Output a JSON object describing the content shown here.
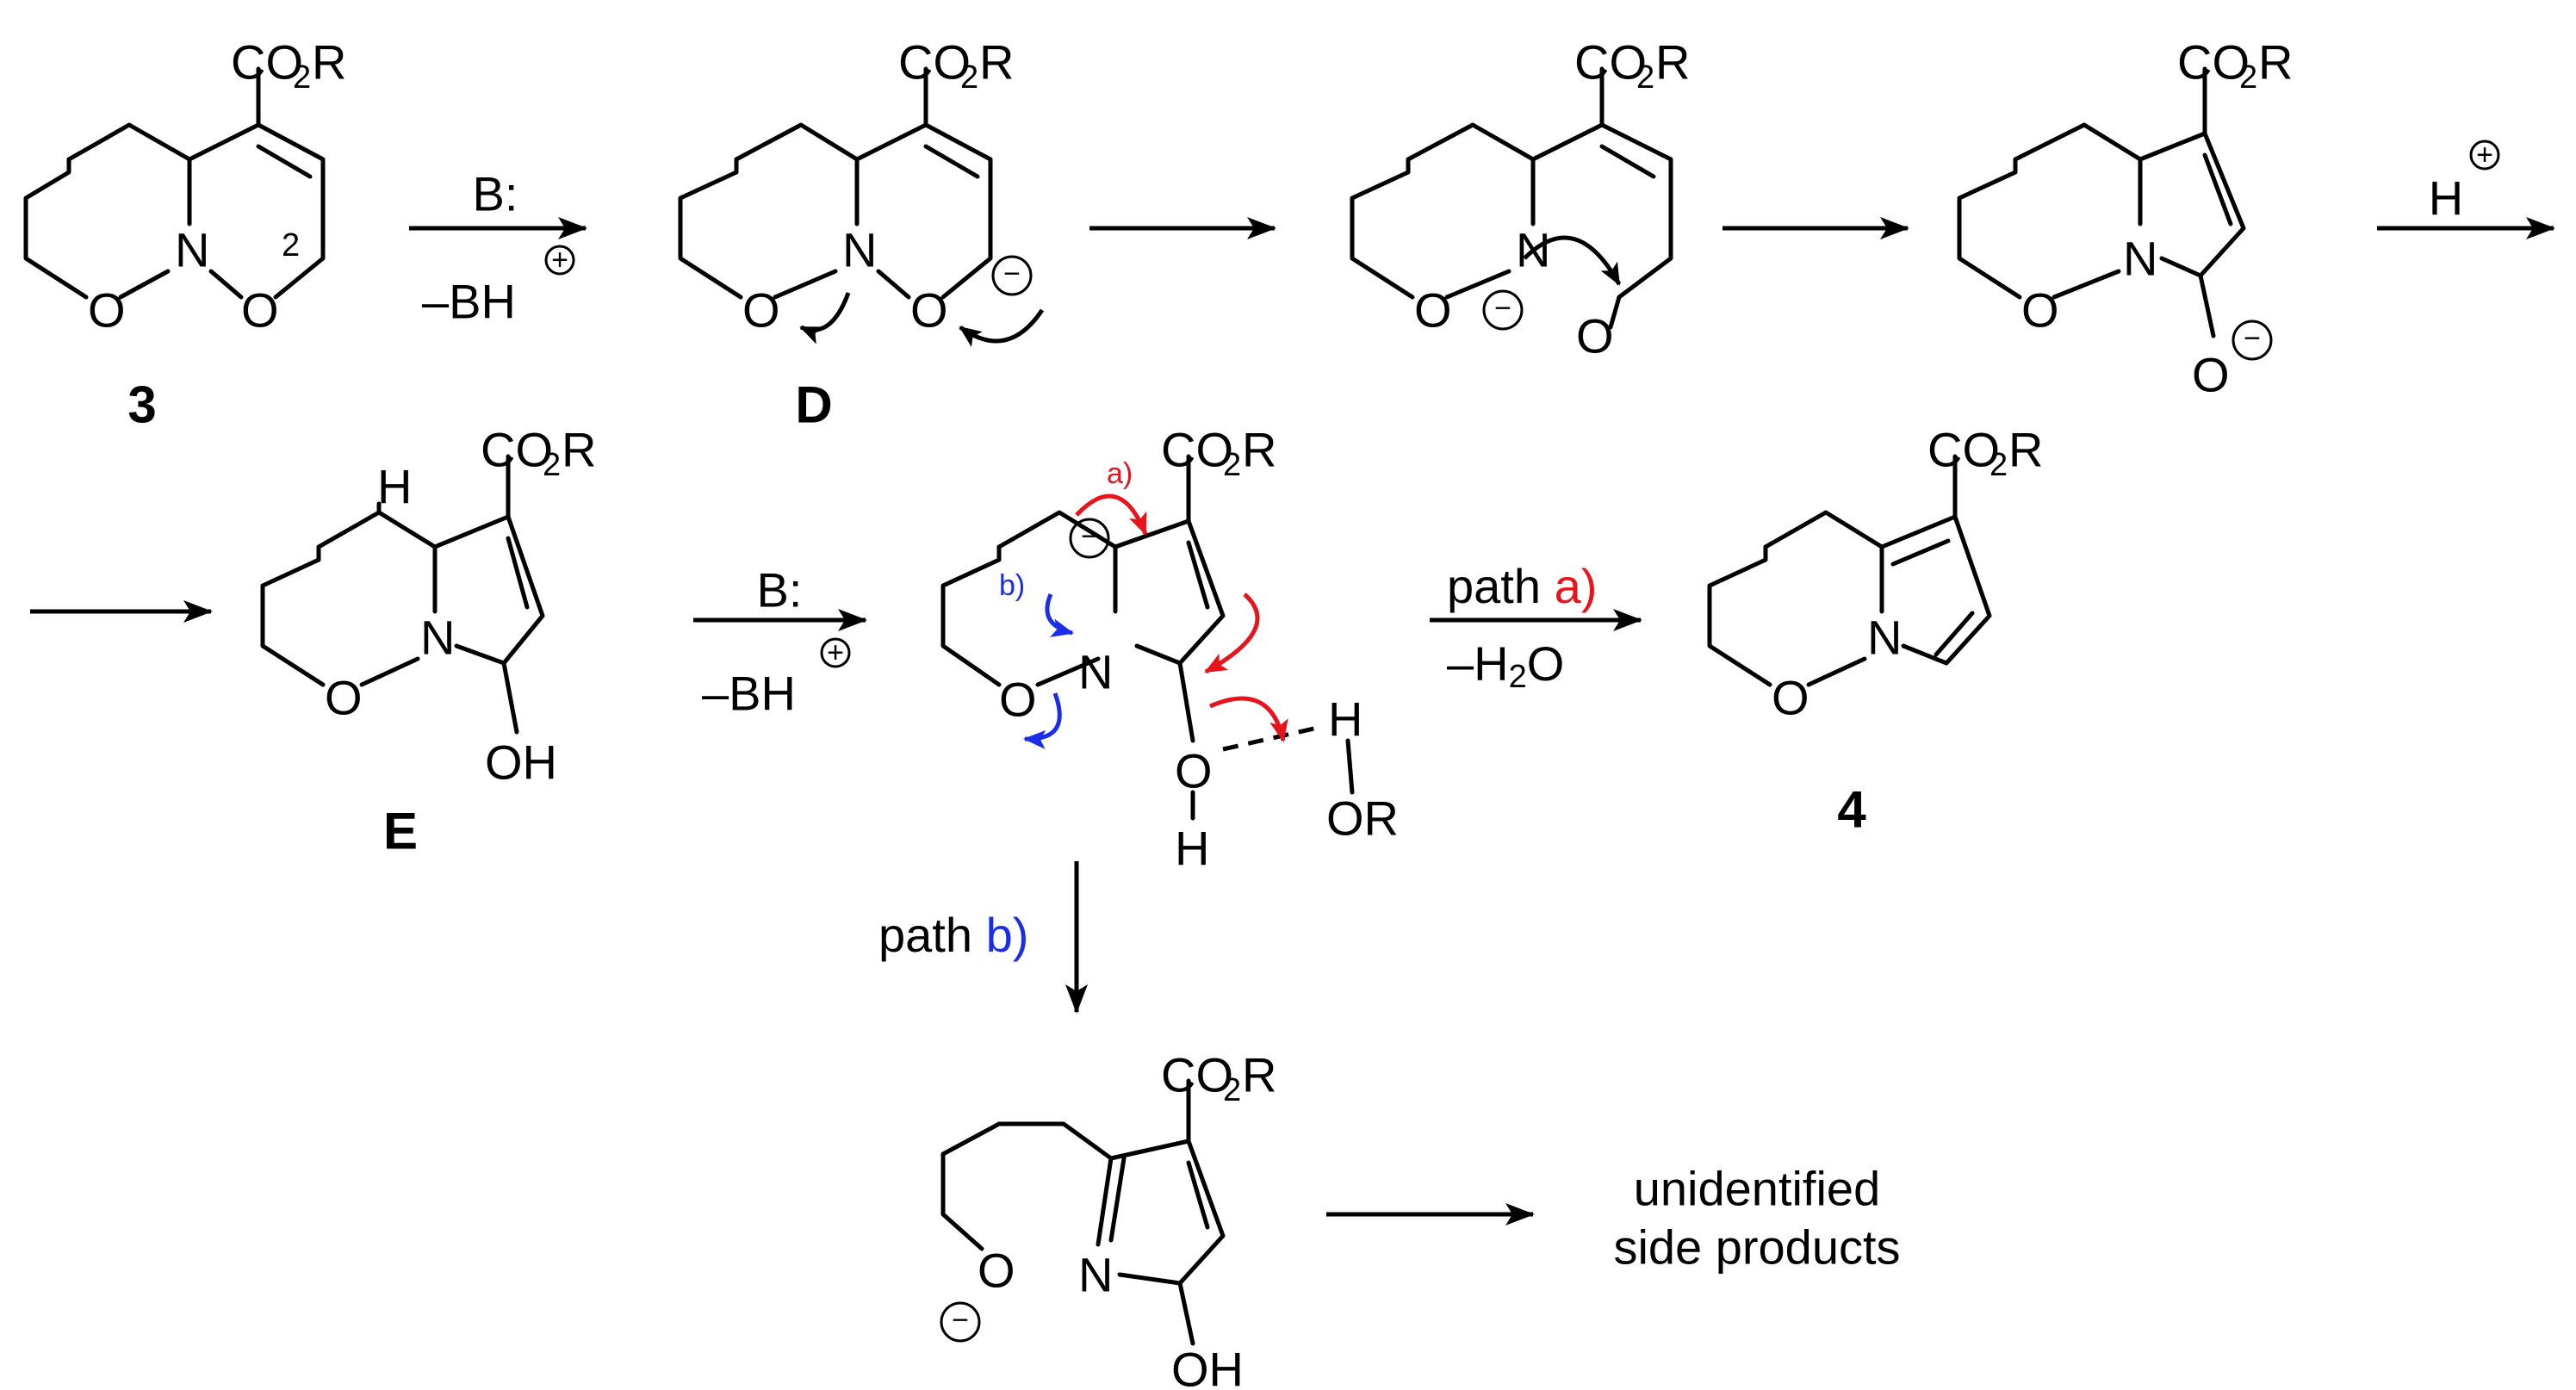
{
  "colors": {
    "ink": "#000000",
    "path_a": "#e8141c",
    "path_b": "#1a2ee8"
  },
  "labels": {
    "co2r_main": "CO",
    "co2r_sub": "2",
    "co2r_tail": "R",
    "n": "N",
    "o": "O",
    "oh": "OH",
    "h": "H",
    "or": "OR",
    "pos2": "2",
    "minus": "−",
    "plus": "+"
  },
  "compounds": {
    "c3": "3",
    "cD": "D",
    "cE": "E",
    "c4": "4"
  },
  "reagents": {
    "base": "B:",
    "conj_acid": "–BH",
    "proton": "H",
    "path_a_prefix": "path ",
    "path_a_tag": "a)",
    "minus_water": "–H",
    "water_sub": "2",
    "water_o": "O",
    "path_b_prefix": "path ",
    "path_b_tag": "b)",
    "arrow_tag_a": "a)",
    "arrow_tag_b": "b)"
  },
  "outcome": {
    "line1": "unidentified",
    "line2": "side products"
  }
}
